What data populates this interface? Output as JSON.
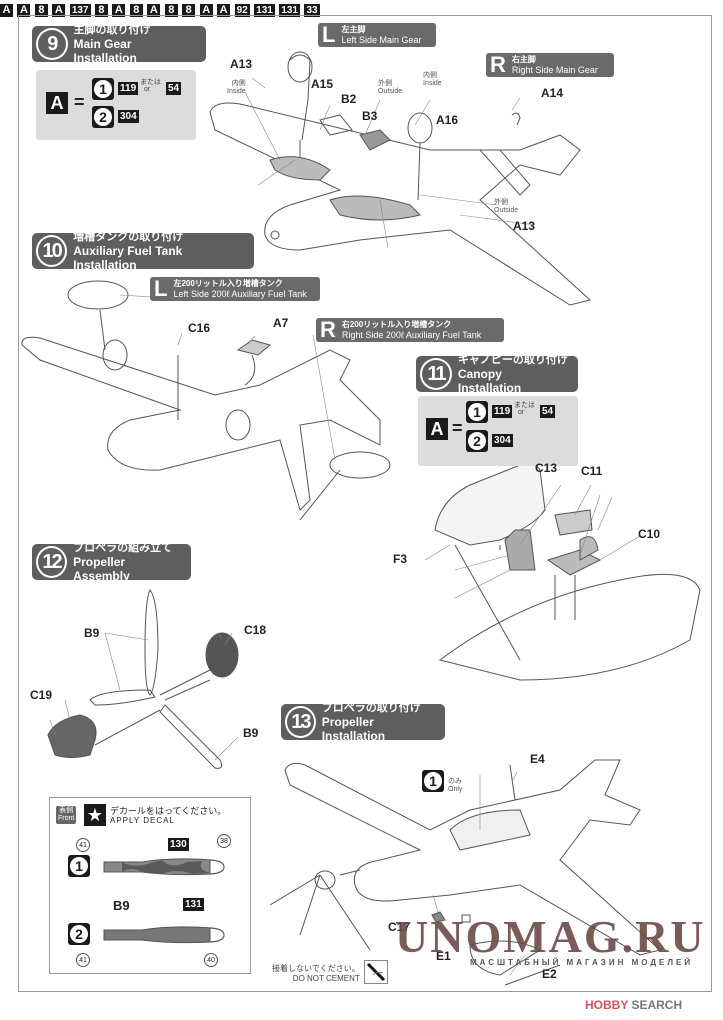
{
  "document": {
    "type": "Model kit assembly instructions page",
    "steps": [
      {
        "number": "9",
        "title_jp": "主脚の取り付け",
        "title_en": "Main Gear Installation"
      },
      {
        "number": "10",
        "title_jp": "増槽タンクの取り付け",
        "title_en": "Auxiliary Fuel Tank Installation"
      },
      {
        "number": "11",
        "title_jp": "キャノピーの取り付け",
        "title_en": "Canopy Installation"
      },
      {
        "number": "12",
        "title_jp": "プロペラの組み立て",
        "title_en": "Propeller Assembly"
      },
      {
        "number": "13",
        "title_jp": "プロペラの取り付け",
        "title_en": "Propeller Installation"
      }
    ],
    "color_legend": {
      "key": "A",
      "equals": "=",
      "options": [
        {
          "version": "1",
          "colors": [
            "119",
            "54"
          ],
          "or_jp": "または",
          "or_en": "or"
        },
        {
          "version": "2",
          "colors": [
            "304"
          ]
        }
      ]
    },
    "side_labels": {
      "left_main_gear": {
        "letter": "L",
        "jp": "左主脚",
        "en": "Left Side Main Gear"
      },
      "right_main_gear": {
        "letter": "R",
        "jp": "右主脚",
        "en": "Right Side Main Gear"
      },
      "left_tank": {
        "letter": "L",
        "jp": "左200リットル入り増槽タンク",
        "en": "Left Side 200ℓ  Auxiliary Fuel Tank"
      },
      "right_tank": {
        "letter": "R",
        "jp": "右200リットル入り増槽タンク",
        "en": "Right Side  200ℓ  Auxiliary Fuel Tank"
      }
    },
    "step9_parts": {
      "a13_top": "A13",
      "a15": "A15",
      "b2": "B2",
      "b3": "B3",
      "a16": "A16",
      "a14": "A14",
      "a13_bottom": "A13",
      "color_137": "137",
      "color_8": "8",
      "inside_jp": "内側",
      "inside_en": "Inside",
      "outside_jp": "外側",
      "outside_en": "Outside",
      "a": "A"
    },
    "step10_parts": {
      "c16": "C16",
      "a7": "A7",
      "color_8": "8"
    },
    "step11_parts": {
      "c13": "C13",
      "c11": "C11",
      "c10": "C10",
      "f3": "F3",
      "a": "A",
      "color_92": "92"
    },
    "step12_parts": {
      "b9": "B9",
      "c18": "C18",
      "c19": "C19",
      "color_131": "131"
    },
    "step13_parts": {
      "e4": "E4",
      "c17": "C17",
      "e2": "E2",
      "e1": "E1",
      "color_33": "33",
      "only_version": "1",
      "only_jp": "のみ",
      "only_en": "Only",
      "do_not_cement_jp": "接着しないでください。",
      "do_not_cement_en": "DO NOT CEMENT"
    },
    "decal_box": {
      "front_jp": "表側",
      "front_en": "Front",
      "apply_jp": "デカールをはってください。",
      "apply_en": "APPLY DECAL",
      "blade1": {
        "version": "1",
        "decal_41": "41",
        "color_130": "130",
        "decal_38": "38"
      },
      "part": "B9",
      "color_131": "131",
      "blade2": {
        "version": "2",
        "decal_41": "41",
        "decal_40": "40"
      }
    },
    "watermark": {
      "main": "UNOMAG.RU",
      "sub": "МАСШТАБНЫЙ МАГАЗИН МОДЕЛЕЙ"
    },
    "credit": {
      "brand_a": "HOBBY",
      "brand_b": "SEARCH"
    }
  }
}
